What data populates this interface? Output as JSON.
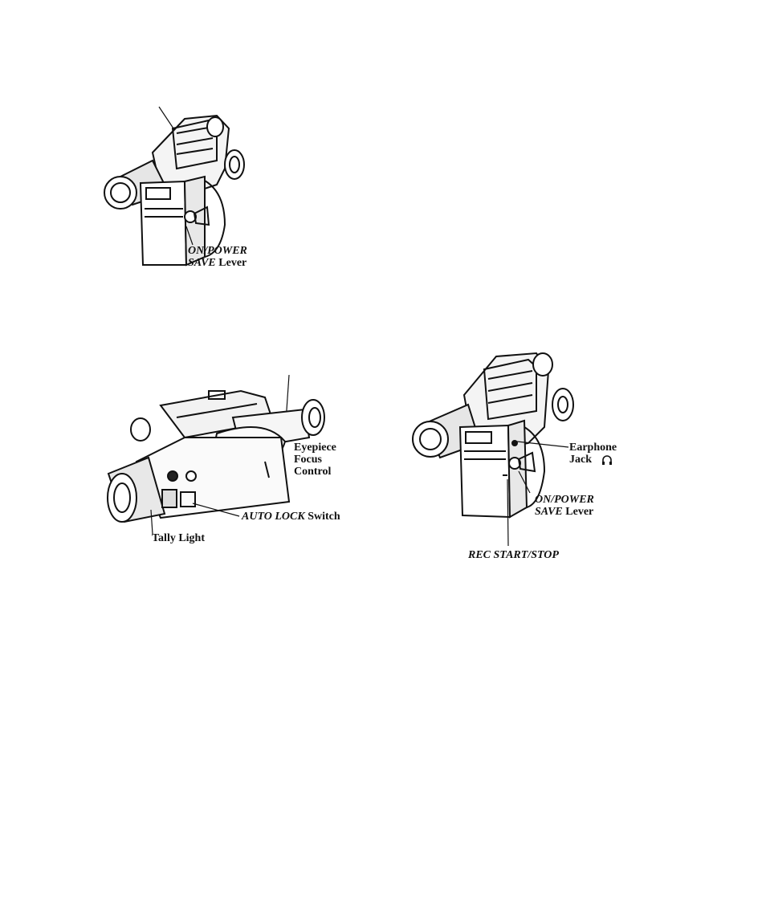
{
  "figure_top": {
    "on_power_save": {
      "part1": "ON/POWER",
      "part2_italic": "SAVE",
      "part2_rest": " Lever"
    }
  },
  "figure_side": {
    "eyepiece": {
      "line1": "Eyepiece",
      "line2": "Focus",
      "line3": "Control"
    },
    "auto_lock": {
      "italic": "AUTO LOCK",
      "rest": " Switch"
    },
    "tally_light": "Tally Light"
  },
  "figure_rear": {
    "earphone": {
      "line1": "Earphone",
      "line2": "Jack"
    },
    "on_power_save": {
      "part1": "ON/POWER",
      "part2_italic": "SAVE",
      "part2_rest": " Lever"
    },
    "rec_start_stop": "REC START/STOP"
  },
  "icons": {
    "headphone": "headphone-icon"
  }
}
